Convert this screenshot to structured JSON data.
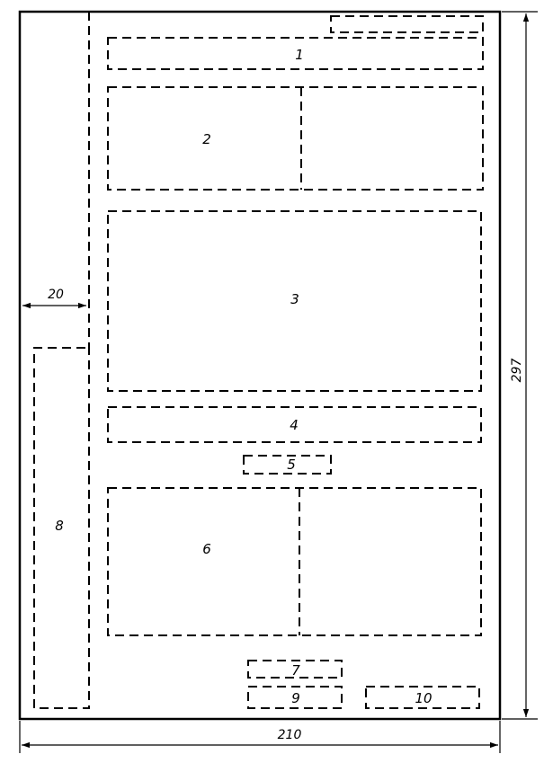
{
  "regions": [
    {
      "key": "r1",
      "label": "1"
    },
    {
      "key": "r2",
      "label": "2"
    },
    {
      "key": "r3",
      "label": "3"
    },
    {
      "key": "r4",
      "label": "4"
    },
    {
      "key": "r5",
      "label": "5"
    },
    {
      "key": "r6",
      "label": "6"
    },
    {
      "key": "r7",
      "label": "7"
    },
    {
      "key": "r8",
      "label": "8"
    },
    {
      "key": "r9",
      "label": "9"
    },
    {
      "key": "r10",
      "label": "10"
    }
  ],
  "dimensions": {
    "width": "210",
    "height": "297",
    "margin": "20"
  }
}
